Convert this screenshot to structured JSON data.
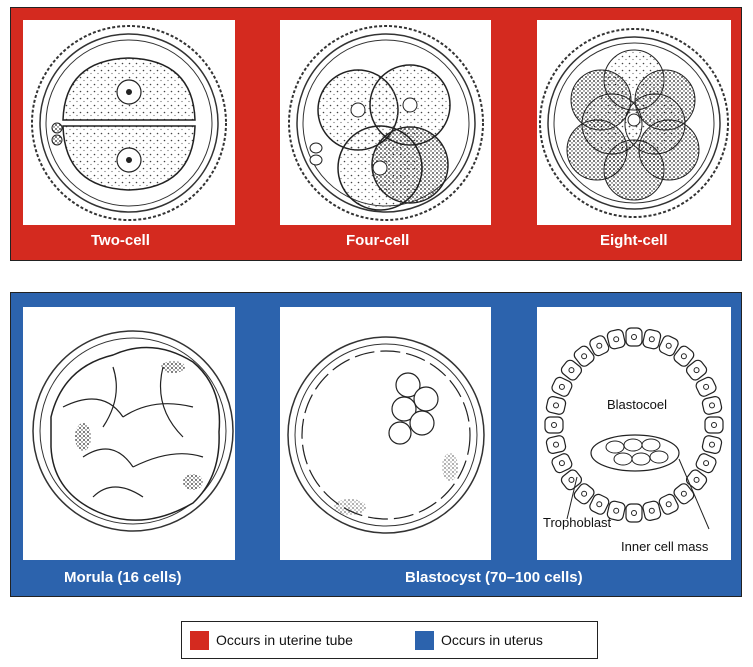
{
  "stages": {
    "two_cell": "Two-cell",
    "four_cell": "Four-cell",
    "eight_cell": "Eight-cell",
    "morula": "Morula (16 cells)",
    "blastocyst": "Blastocyst (70–100 cells)"
  },
  "annotations": {
    "blastocoel": "Blastocoel",
    "trophoblast": "Trophoblast",
    "inner_cell_mass": "Inner cell mass"
  },
  "legend": {
    "tube": {
      "label": "Occurs in uterine tube",
      "color": "#d42a1f"
    },
    "uterus": {
      "label": "Occurs in uterus",
      "color": "#2c63ad"
    }
  }
}
